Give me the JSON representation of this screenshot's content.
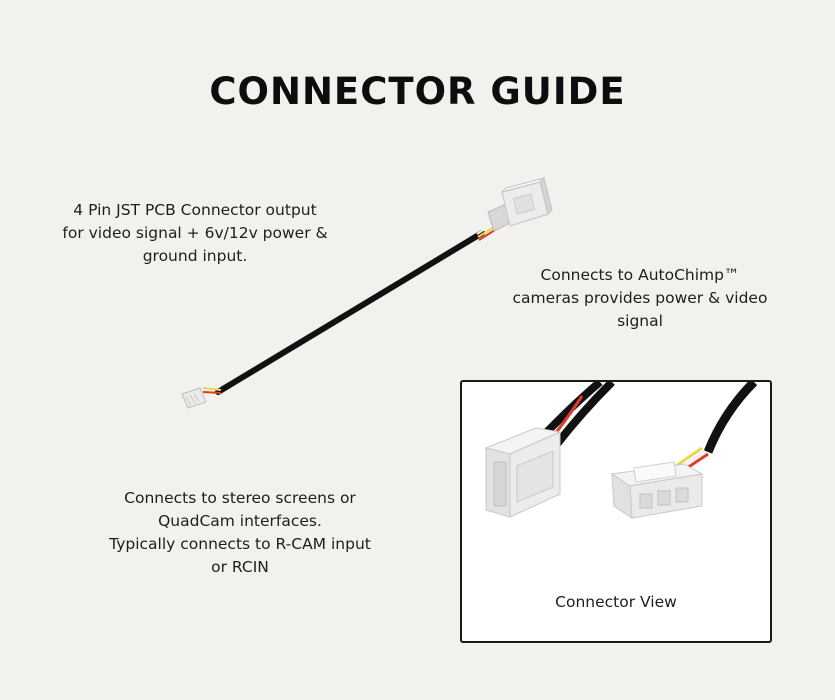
{
  "title": "CONNECTOR GUIDE",
  "captions": {
    "jst": [
      "4 Pin JST PCB Connector output",
      "for video signal + 6v/12v power &",
      "ground input."
    ],
    "autochimp": [
      "Connects to AutoChimp™",
      "cameras provides power & video",
      "signal"
    ],
    "stereo": [
      "Connects to stereo screens or",
      "QuadCam interfaces.",
      "Typically connects to R-CAM input",
      "or RCIN"
    ]
  },
  "connector_view": {
    "label": "Connector View"
  },
  "colors": {
    "background": "#f3f1ed",
    "cable": "#111111",
    "wire_red": "#e23b2e",
    "wire_yellow": "#e8d84a",
    "wire_white": "#f2f2f2",
    "plug": "#e9e9e9"
  }
}
